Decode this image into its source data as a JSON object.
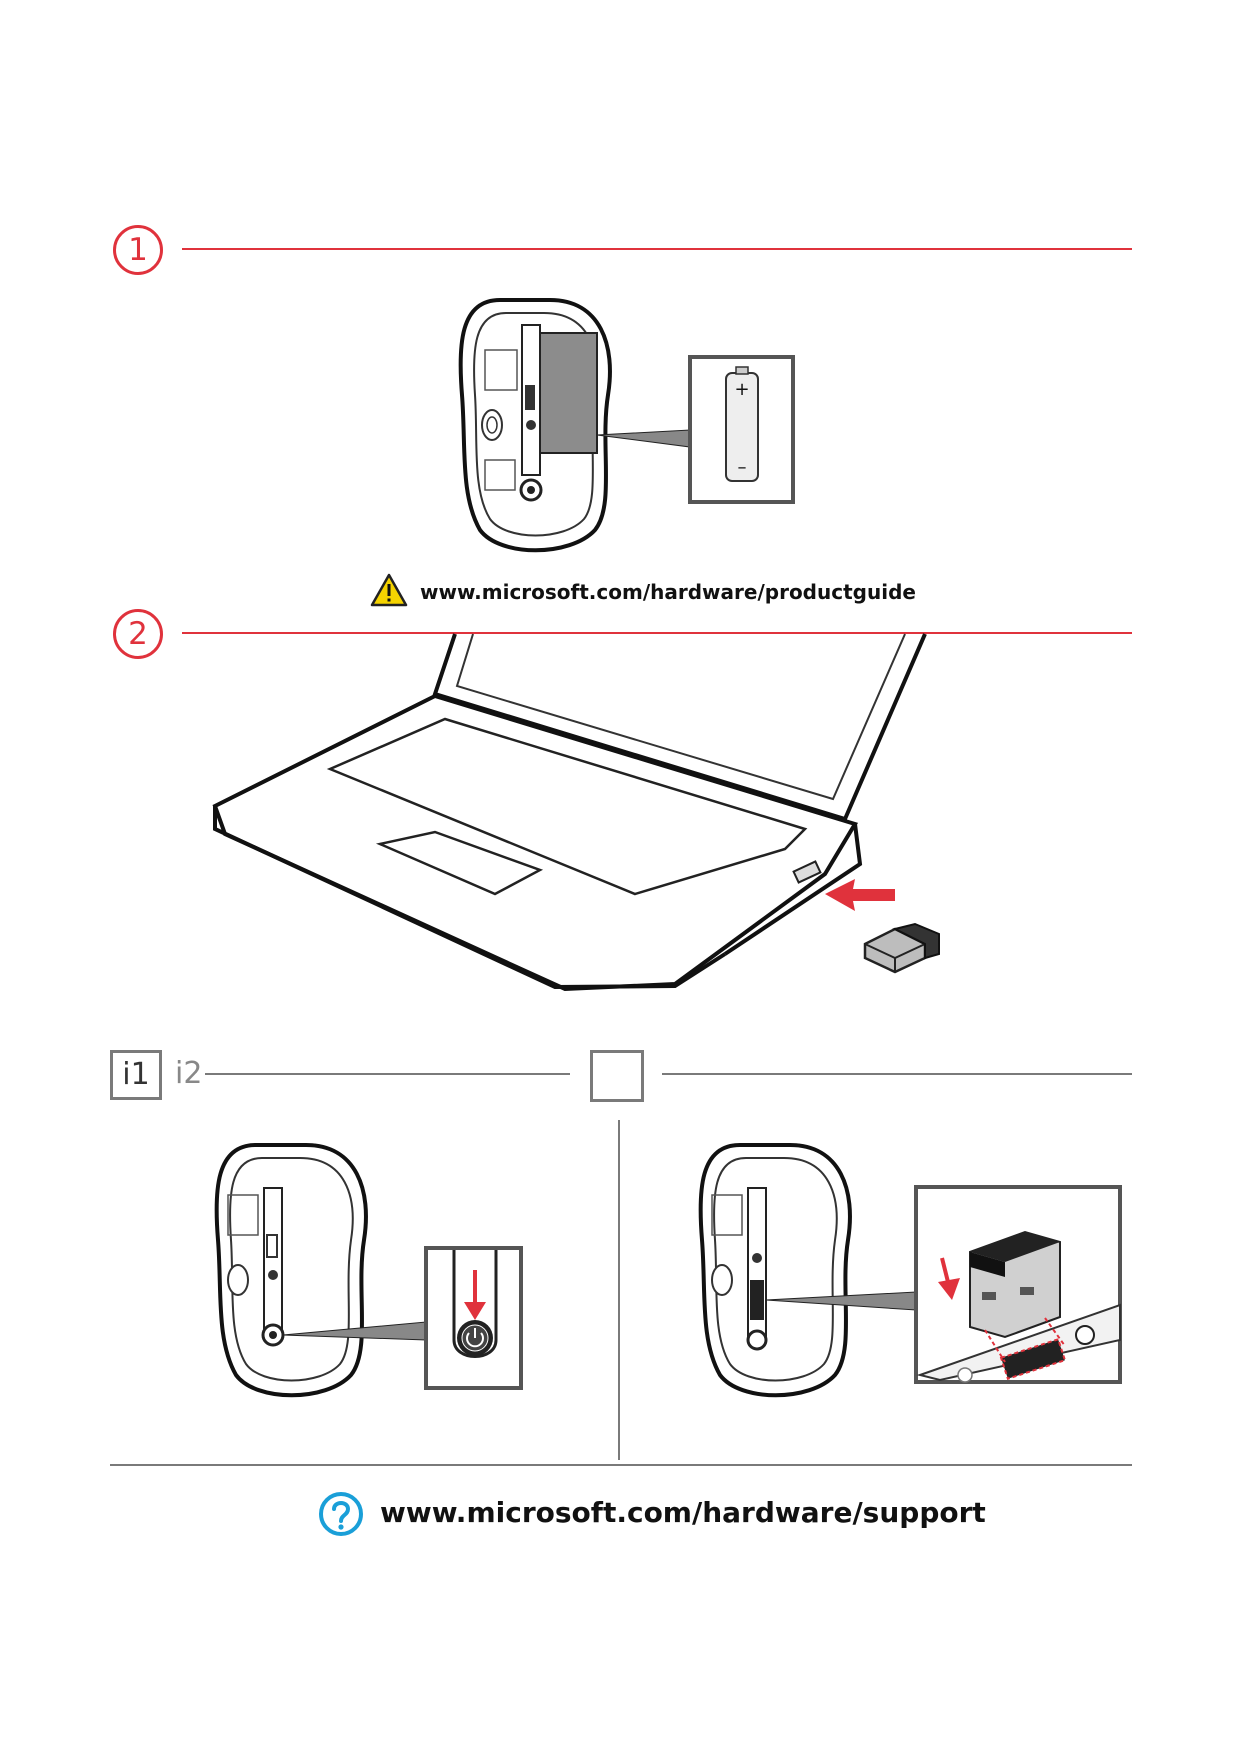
{
  "steps": {
    "step1": {
      "number": "1"
    },
    "step2": {
      "number": "2"
    }
  },
  "warning": {
    "icon": "warning-icon",
    "url": "www.microsoft.com/hardware/productguide"
  },
  "tags": {
    "i1": "i1",
    "i2": "i2"
  },
  "battery": {
    "plus": "+",
    "minus": "–"
  },
  "support": {
    "icon": "help-icon",
    "url": "www.microsoft.com/hardware/support"
  },
  "colors": {
    "accent_red": "#e0323c",
    "warning_yellow": "#f5d300",
    "help_blue": "#1a9fd8",
    "rule_gray": "#7a7a7a"
  }
}
